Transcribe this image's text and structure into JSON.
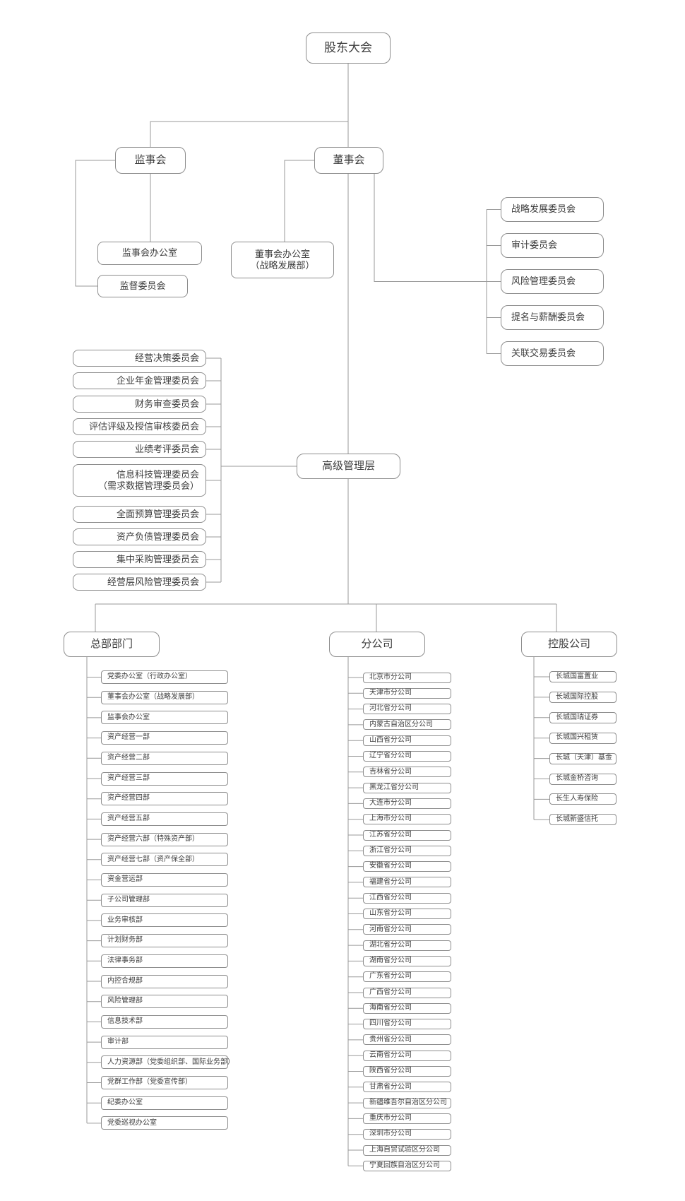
{
  "org": {
    "root": "股东大会",
    "supervisory_board": {
      "label": "监事会",
      "children": [
        "监事会办公室",
        "监督委员会"
      ]
    },
    "board_of_directors": {
      "label": "董事会",
      "office": {
        "line1": "董事会办公室",
        "line2": "（战略发展部）"
      },
      "committees": [
        "战略发展委员会",
        "审计委员会",
        "风险管理委员会",
        "提名与薪酬委员会",
        "关联交易委员会"
      ]
    },
    "senior_management": {
      "label": "高级管理层"
    },
    "management_committees": [
      {
        "label": "经营决策委员会"
      },
      {
        "label": "企业年金管理委员会"
      },
      {
        "label": "财务审查委员会"
      },
      {
        "label": "评估评级及授信审核委员会"
      },
      {
        "label": "业绩考评委员会"
      },
      {
        "label": "信息科技管理委员会",
        "sub": "（需求数据管理委员会）"
      },
      {
        "label": "全面预算管理委员会"
      },
      {
        "label": "资产负债管理委员会"
      },
      {
        "label": "集中采购管理委员会"
      },
      {
        "label": "经营层风险管理委员会"
      }
    ],
    "columns": [
      {
        "header": "总部部门",
        "items": [
          "党委办公室（行政办公室）",
          "董事会办公室（战略发展部）",
          "监事会办公室",
          "资产经营一部",
          "资产经营二部",
          "资产经营三部",
          "资产经营四部",
          "资产经营五部",
          "资产经营六部（特殊资产部）",
          "资产经营七部（资产保全部）",
          "资金营运部",
          "子公司管理部",
          "业务审核部",
          "计划财务部",
          "法律事务部",
          "内控合规部",
          "风险管理部",
          "信息技术部",
          "审计部",
          "人力资源部（党委组织部、国际业务部）",
          "党群工作部（党委宣传部）",
          "纪委办公室",
          "党委巡视办公室"
        ]
      },
      {
        "header": "分公司",
        "items": [
          "北京市分公司",
          "天津市分公司",
          "河北省分公司",
          "内蒙古自治区分公司",
          "山西省分公司",
          "辽宁省分公司",
          "吉林省分公司",
          "黑龙江省分公司",
          "大连市分公司",
          "上海市分公司",
          "江苏省分公司",
          "浙江省分公司",
          "安徽省分公司",
          "福建省分公司",
          "江西省分公司",
          "山东省分公司",
          "河南省分公司",
          "湖北省分公司",
          "湖南省分公司",
          "广东省分公司",
          "广西省分公司",
          "海南省分公司",
          "四川省分公司",
          "贵州省分公司",
          "云南省分公司",
          "陕西省分公司",
          "甘肃省分公司",
          "新疆维吾尔自治区分公司",
          "重庆市分公司",
          "深圳市分公司",
          "上海自贸试验区分公司",
          "宁夏回族自治区分公司"
        ]
      },
      {
        "header": "控股公司",
        "items": [
          "长城国富置业",
          "长城国际控股",
          "长城国瑞证券",
          "长城国兴租赁",
          "长城（天津）基金",
          "长城金桥咨询",
          "长生人寿保险",
          "长城新盛信托"
        ]
      }
    ]
  },
  "colors": {
    "line": "#9a9a9a",
    "border": "#8d8d8d",
    "text": "#3d3d3d",
    "background": "#ffffff"
  }
}
